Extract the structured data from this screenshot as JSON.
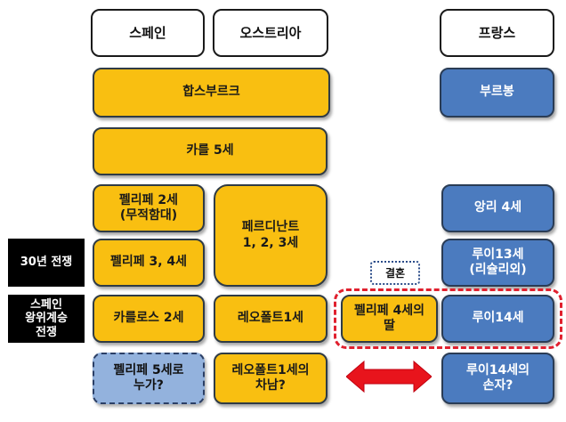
{
  "headers": {
    "spain": "스페인",
    "austria": "오스트리아",
    "france": "프랑스"
  },
  "dynasties": {
    "habsburg": "합스부르크",
    "bourbon": "부르봉"
  },
  "rulers": {
    "karl5": "카를 5세",
    "felipe2": "펠리페 2세\n(무적함대)",
    "ferdinand": "페르디난트\n1, 2, 3세",
    "felipe34": "펠리페 3, 4세",
    "carlos2": "카를로스 2세",
    "leopold1": "레오폴트1세",
    "felipe4_daughter": "펠리페 4세의\n딸",
    "henri4": "앙리 4세",
    "louis13": "루이13세\n(리슐리외)",
    "louis14": "루이14세"
  },
  "questions": {
    "felipe5": "펠리페 5세로\n누가?",
    "leopold_son": "레오폴트1세의\n차남?",
    "louis_grandson": "루이14세의\n손자?"
  },
  "side_labels": {
    "thirty_years_war": "30년 전쟁",
    "succession_war": "스페인\n왕위계승\n전쟁"
  },
  "marriage_label": "결혼",
  "colors": {
    "habsburg_gold": "#f9bf11",
    "bourbon_blue": "#4b7bbf",
    "question_lightblue": "#93b2dd",
    "marriage_frame_red": "#e0202e",
    "arrow_red": "#e8141c"
  }
}
